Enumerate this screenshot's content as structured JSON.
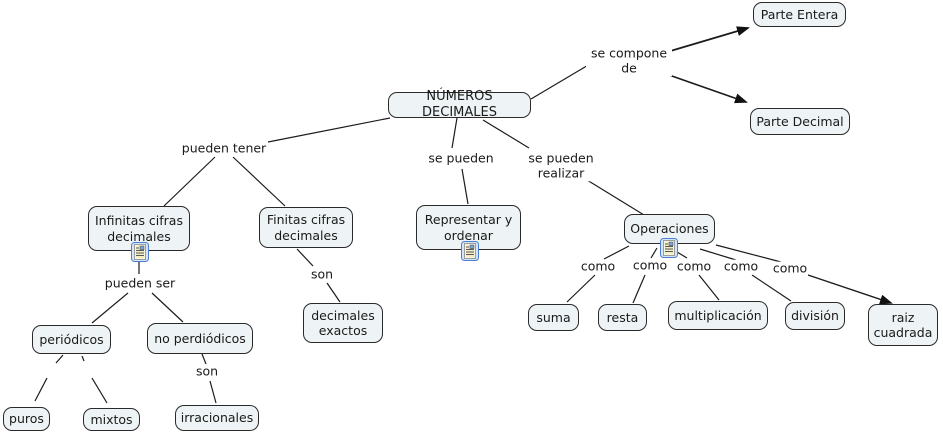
{
  "colors": {
    "background": "#ffffff",
    "node_fill": "#eef4f5",
    "node_border": "#2a2a2a",
    "line": "#1c1c1c",
    "resource_icon_border": "#4a7fd4",
    "resource_icon_fill": "#d6e4f7"
  },
  "concept_map": {
    "nodes": {
      "numeros_decimales": "NÚMEROS DECIMALES",
      "parte_entera": "Parte Entera",
      "parte_decimal": "Parte Decimal",
      "infinitas_cifras": "Infinitas cifras decimales",
      "finitas_cifras": "Finitas cifras decimales",
      "representar_ordenar": "Representar y ordenar",
      "operaciones": "Operaciones",
      "suma": "suma",
      "resta": "resta",
      "multiplicacion": "multiplicación",
      "division": "división",
      "raiz_cuadrada": "raiz cuadrada",
      "periodicos": "periódicos",
      "no_periodicos": "no perdiódicos",
      "puros": "puros",
      "mixtos": "mixtos",
      "irracionales": "irracionales",
      "decimales_exactos": "decimales exactos"
    },
    "linking_phrases": {
      "se_compone_de": "se compone de",
      "pueden_tener": "pueden tener",
      "se_pueden": "se pueden",
      "se_pueden_realizar": "se pueden realizar",
      "pueden_ser": "pueden ser",
      "son_finitas": "son",
      "son_no_periodicos": "son",
      "como_suma": "como",
      "como_resta": "como",
      "como_multiplicacion": "como",
      "como_division": "como",
      "como_raiz": "como"
    },
    "icons": {
      "resource_icon": "attached-resource-document-icon"
    }
  }
}
